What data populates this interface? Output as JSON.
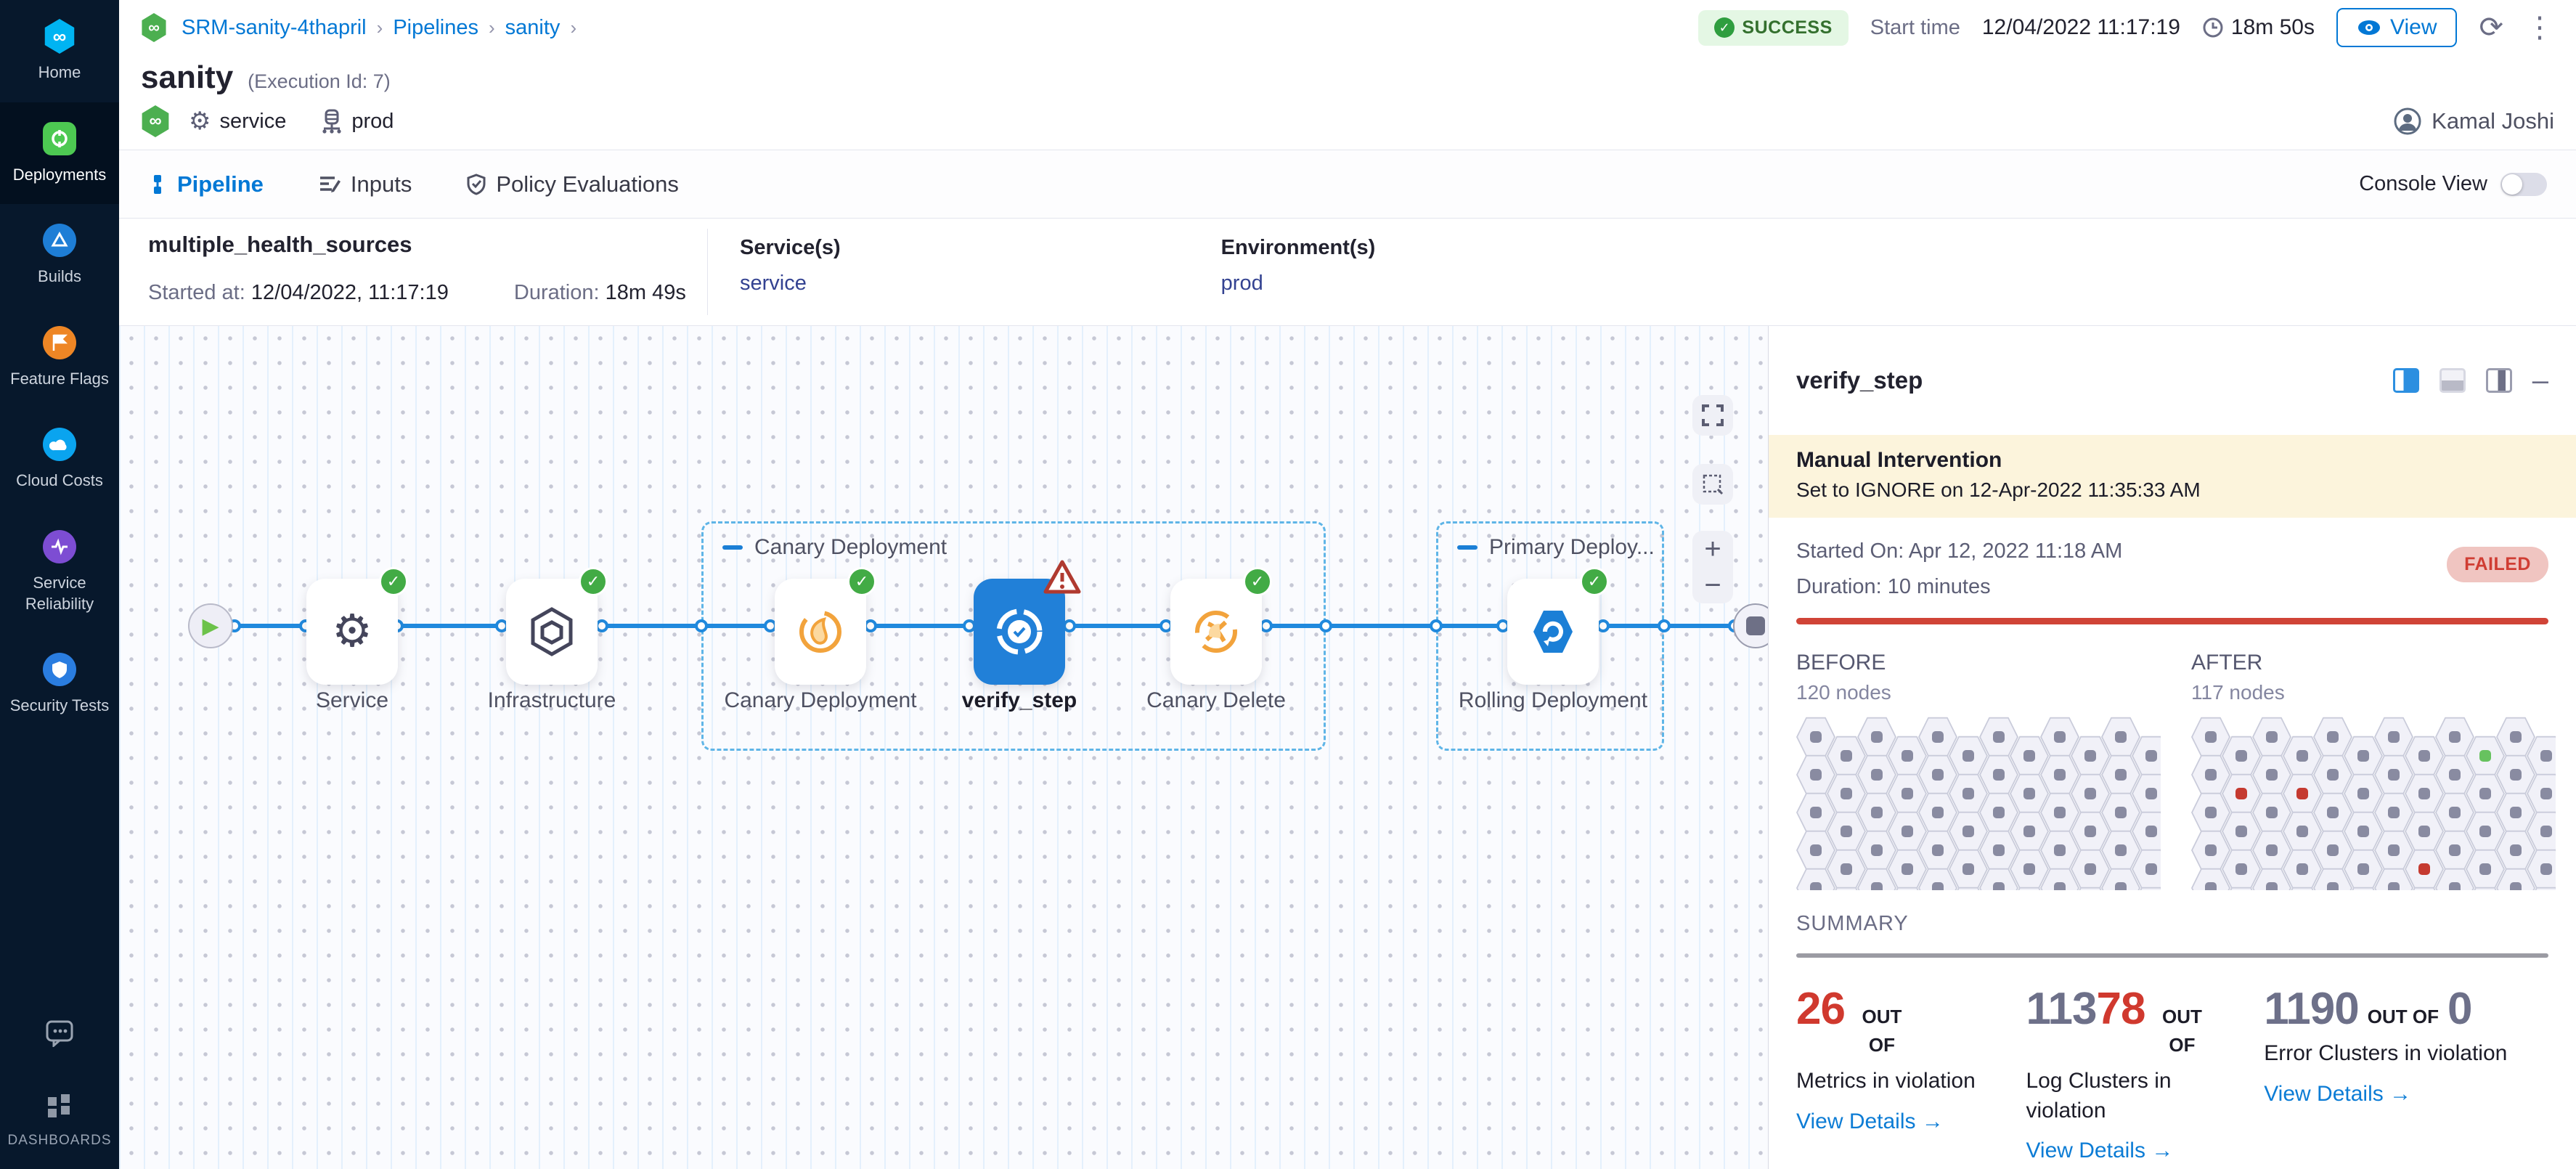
{
  "colors": {
    "accent": "#0278d5",
    "success": "#42ab45",
    "fail": "#d0392e",
    "navy": "#07182c",
    "canary": "#f2a33c",
    "selected_node": "#2180d8"
  },
  "sidebar": {
    "items": [
      {
        "id": "home",
        "label": "Home",
        "icon": "harness-logo-icon"
      },
      {
        "id": "deployments",
        "label": "Deployments",
        "icon": "deployments-icon",
        "active": true
      },
      {
        "id": "builds",
        "label": "Builds",
        "icon": "builds-icon"
      },
      {
        "id": "feature-flags",
        "label": "Feature Flags",
        "icon": "feature-flags-icon"
      },
      {
        "id": "cloud-costs",
        "label": "Cloud Costs",
        "icon": "cloud-costs-icon"
      },
      {
        "id": "service-reliability",
        "label": "Service Reliability",
        "icon": "service-reliability-icon"
      },
      {
        "id": "security-tests",
        "label": "Security Tests",
        "icon": "security-tests-icon"
      },
      {
        "id": "chat",
        "label": "",
        "icon": "chat-icon"
      },
      {
        "id": "dashboards",
        "label": "DASHBOARDS",
        "icon": "dashboards-icon"
      }
    ]
  },
  "header": {
    "breadcrumb": [
      "SRM-sanity-4thapril",
      "Pipelines",
      "sanity"
    ],
    "title": "sanity",
    "execution_id": "(Execution Id: 7)",
    "status": "SUCCESS",
    "start_time_label": "Start time",
    "start_time": "12/04/2022 11:17:19",
    "duration": "18m 50s",
    "view_label": "View",
    "tags": {
      "service": "service",
      "environment": "prod"
    },
    "user": "Kamal Joshi"
  },
  "tabs": {
    "items": [
      "Pipeline",
      "Inputs",
      "Policy Evaluations"
    ],
    "active": "Pipeline",
    "console_view": "Console View"
  },
  "stage": {
    "name": "multiple_health_sources",
    "started_label": "Started at:",
    "started": "12/04/2022, 11:17:19",
    "duration_label": "Duration:",
    "duration": "18m 49s",
    "services_label": "Service(s)",
    "service": "service",
    "environments_label": "Environment(s)",
    "environment": "prod"
  },
  "pipeline": {
    "groups": [
      {
        "label": "Canary Deployment"
      },
      {
        "label": "Primary Deploy..."
      }
    ],
    "nodes": [
      {
        "label": "Service",
        "icon": "gear-icon",
        "status": "success"
      },
      {
        "label": "Infrastructure",
        "icon": "infrastructure-icon",
        "status": "success"
      },
      {
        "label": "Canary Deployment",
        "icon": "canary-icon",
        "status": "success",
        "group": 0
      },
      {
        "label": "verify_step",
        "icon": "verify-icon",
        "status": "warning",
        "selected": true,
        "group": 0
      },
      {
        "label": "Canary Delete",
        "icon": "canary-delete-icon",
        "status": "success",
        "group": 0
      },
      {
        "label": "Rolling Deployment",
        "icon": "rolling-icon",
        "status": "success",
        "group": 1
      }
    ]
  },
  "panel": {
    "title": "verify_step",
    "banner_title": "Manual Intervention",
    "banner_text": "Set to IGNORE on 12-Apr-2022 11:35:33 AM",
    "started": "Started On: Apr 12, 2022 11:18 AM",
    "duration": "Duration: 10 minutes",
    "status": "FAILED",
    "before_label": "BEFORE",
    "before_nodes": "120 nodes",
    "after_label": "AFTER",
    "after_nodes": "117 nodes",
    "summary_label": "SUMMARY",
    "hex": {
      "cols": 12,
      "rows": 5,
      "after_green": [
        [
          0,
          9
        ]
      ],
      "after_red": [
        [
          1,
          1
        ],
        [
          1,
          3
        ],
        [
          3,
          7
        ]
      ]
    },
    "summary": [
      {
        "num_parts": [
          {
            "t": "26",
            "c": "red"
          }
        ],
        "outof": "OUT OF",
        "label": "Metrics in violation",
        "link": "View Details"
      },
      {
        "num_parts": [
          {
            "t": "113",
            "c": "gray"
          },
          {
            "t": "78",
            "c": "red"
          }
        ],
        "outof": "OUT OF",
        "label": "Log Clusters in violation",
        "link": "View Details"
      },
      {
        "num_parts": [
          {
            "t": "1190",
            "c": "gray"
          }
        ],
        "outof": "OUT OF",
        "suffix": "0",
        "label": "Error Clusters in violation",
        "link": "View Details"
      }
    ]
  }
}
